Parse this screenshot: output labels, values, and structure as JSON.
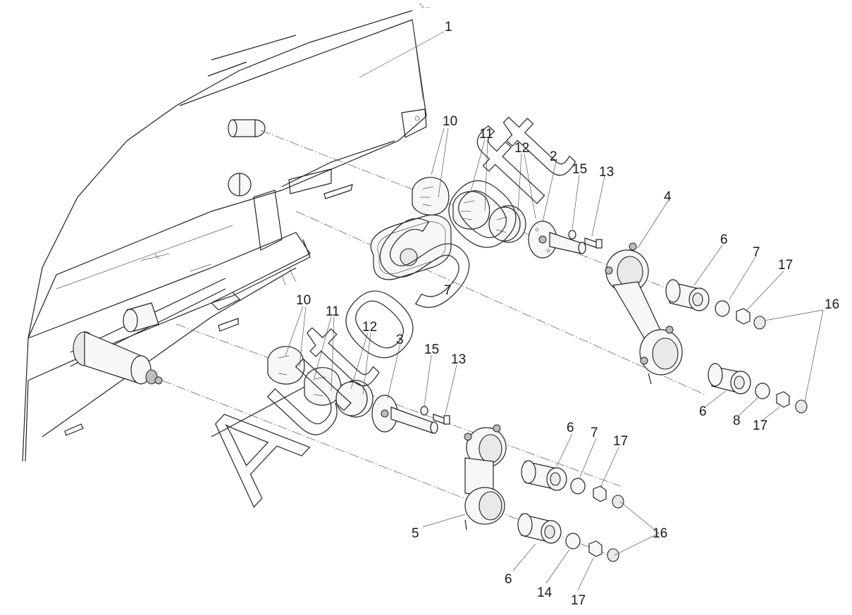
{
  "diagram": {
    "corner_mark": "°ₒ ...",
    "watermark": "AutoSoft",
    "callouts": [
      {
        "id": "c1",
        "text": "1"
      },
      {
        "id": "c10a",
        "text": "10"
      },
      {
        "id": "c11a",
        "text": "11"
      },
      {
        "id": "c12a",
        "text": "12"
      },
      {
        "id": "c2",
        "text": "2"
      },
      {
        "id": "c15a",
        "text": "15"
      },
      {
        "id": "c13a",
        "text": "13"
      },
      {
        "id": "c4",
        "text": "4"
      },
      {
        "id": "c6a",
        "text": "6"
      },
      {
        "id": "c7a",
        "text": "7"
      },
      {
        "id": "c17a",
        "text": "17"
      },
      {
        "id": "c16a",
        "text": "16"
      },
      {
        "id": "c7b",
        "text": "7"
      },
      {
        "id": "c6b",
        "text": "6"
      },
      {
        "id": "c8",
        "text": "8"
      },
      {
        "id": "c17b",
        "text": "17"
      },
      {
        "id": "c10b",
        "text": "10"
      },
      {
        "id": "c11b",
        "text": "11"
      },
      {
        "id": "c12b",
        "text": "12"
      },
      {
        "id": "c3",
        "text": "3"
      },
      {
        "id": "c15b",
        "text": "15"
      },
      {
        "id": "c13b",
        "text": "13"
      },
      {
        "id": "c6c",
        "text": "6"
      },
      {
        "id": "c7c",
        "text": "7"
      },
      {
        "id": "c17c",
        "text": "17"
      },
      {
        "id": "c5",
        "text": "5"
      },
      {
        "id": "c16b",
        "text": "16"
      },
      {
        "id": "c6d",
        "text": "6"
      },
      {
        "id": "c14",
        "text": "14"
      },
      {
        "id": "c17d",
        "text": "17"
      }
    ]
  }
}
